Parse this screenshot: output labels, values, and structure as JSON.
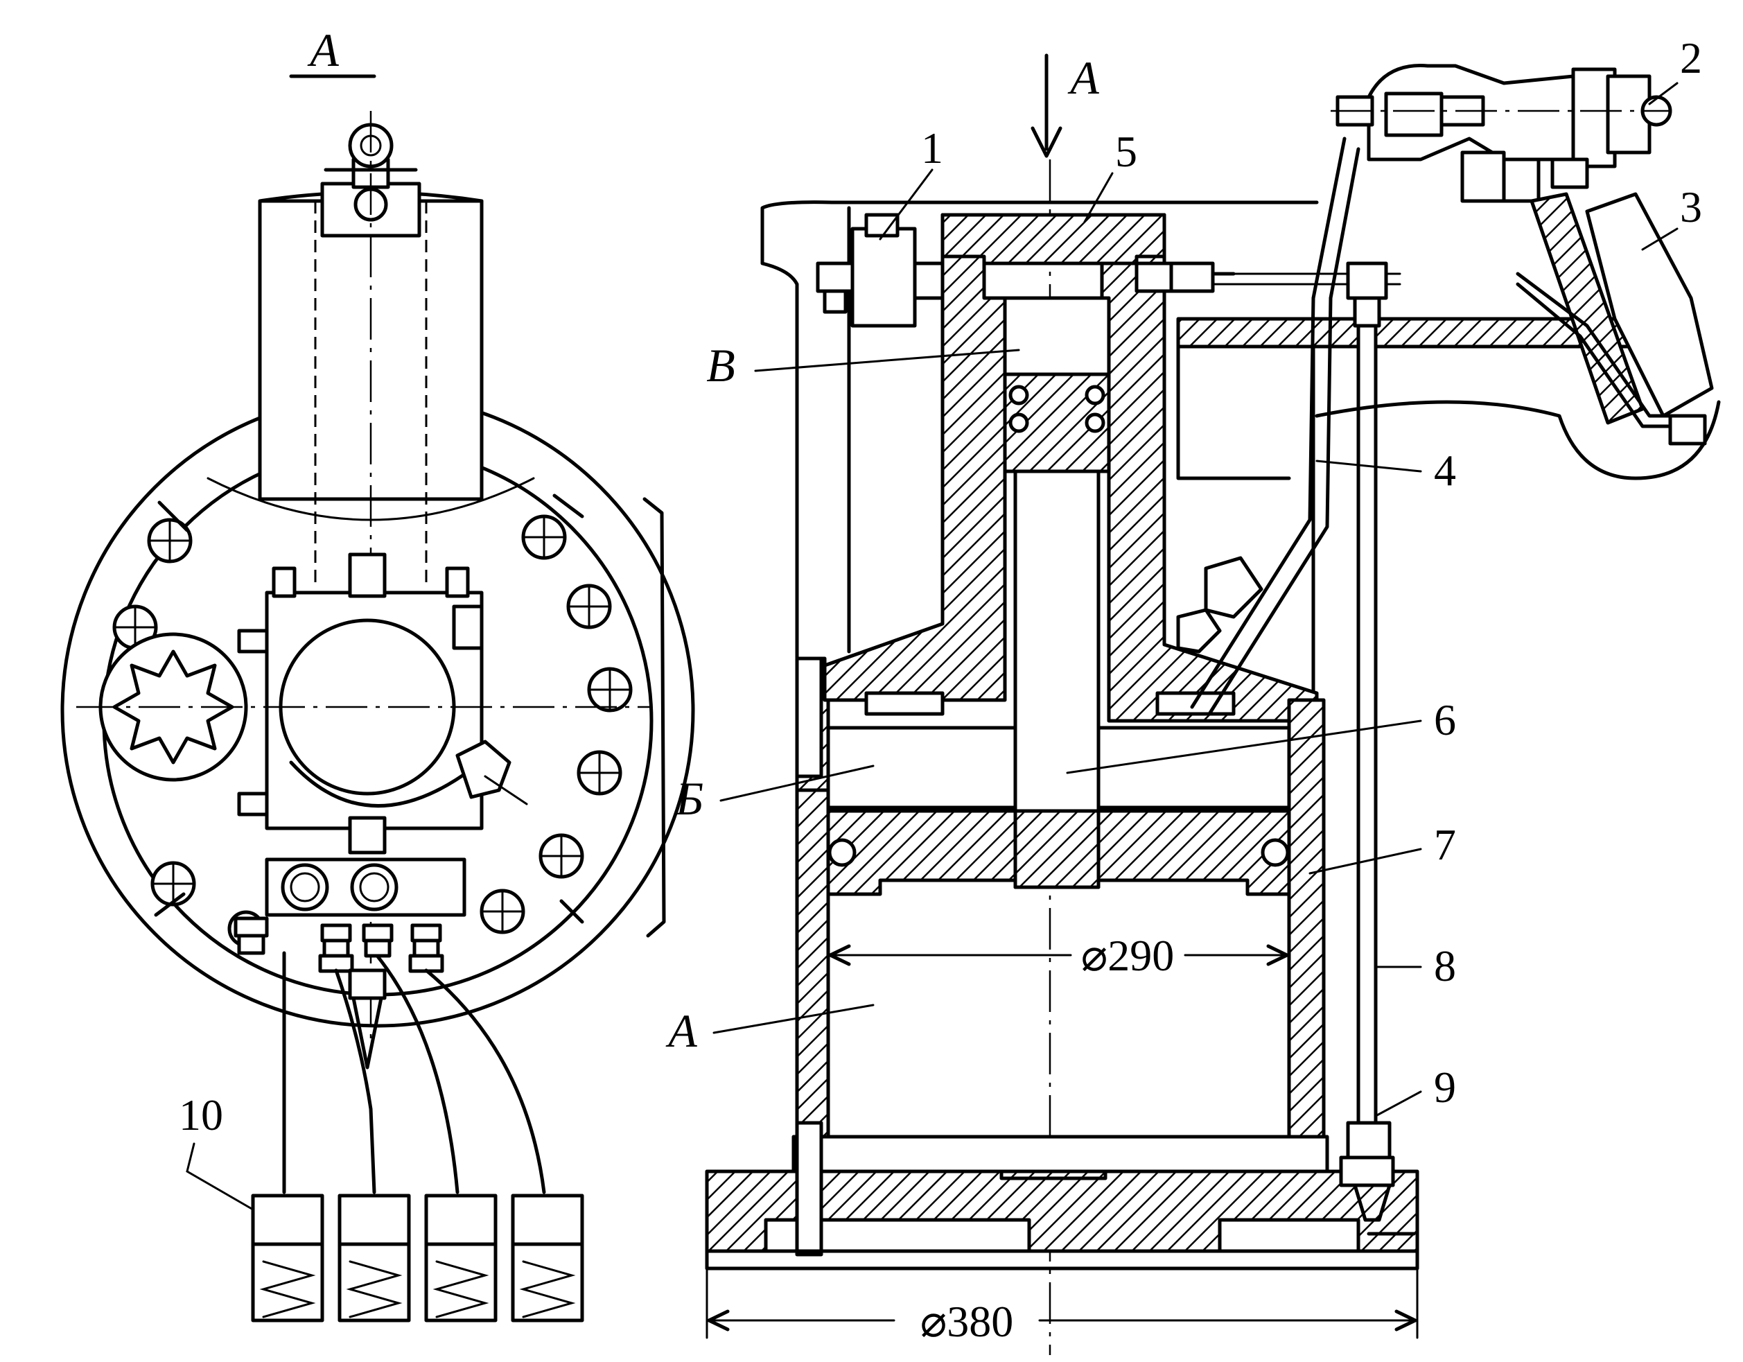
{
  "view_title": "А",
  "section_arrow_label": "А",
  "callouts": {
    "n1": "1",
    "n2": "2",
    "n3": "3",
    "n4": "4",
    "n5": "5",
    "n6": "6",
    "n7": "7",
    "n8": "8",
    "n9": "9",
    "n10": "10"
  },
  "chambers": {
    "v": "В",
    "b": "Б",
    "a": "А"
  },
  "dimensions": {
    "inner_diameter": "⌀290",
    "base_diameter": "⌀380"
  }
}
